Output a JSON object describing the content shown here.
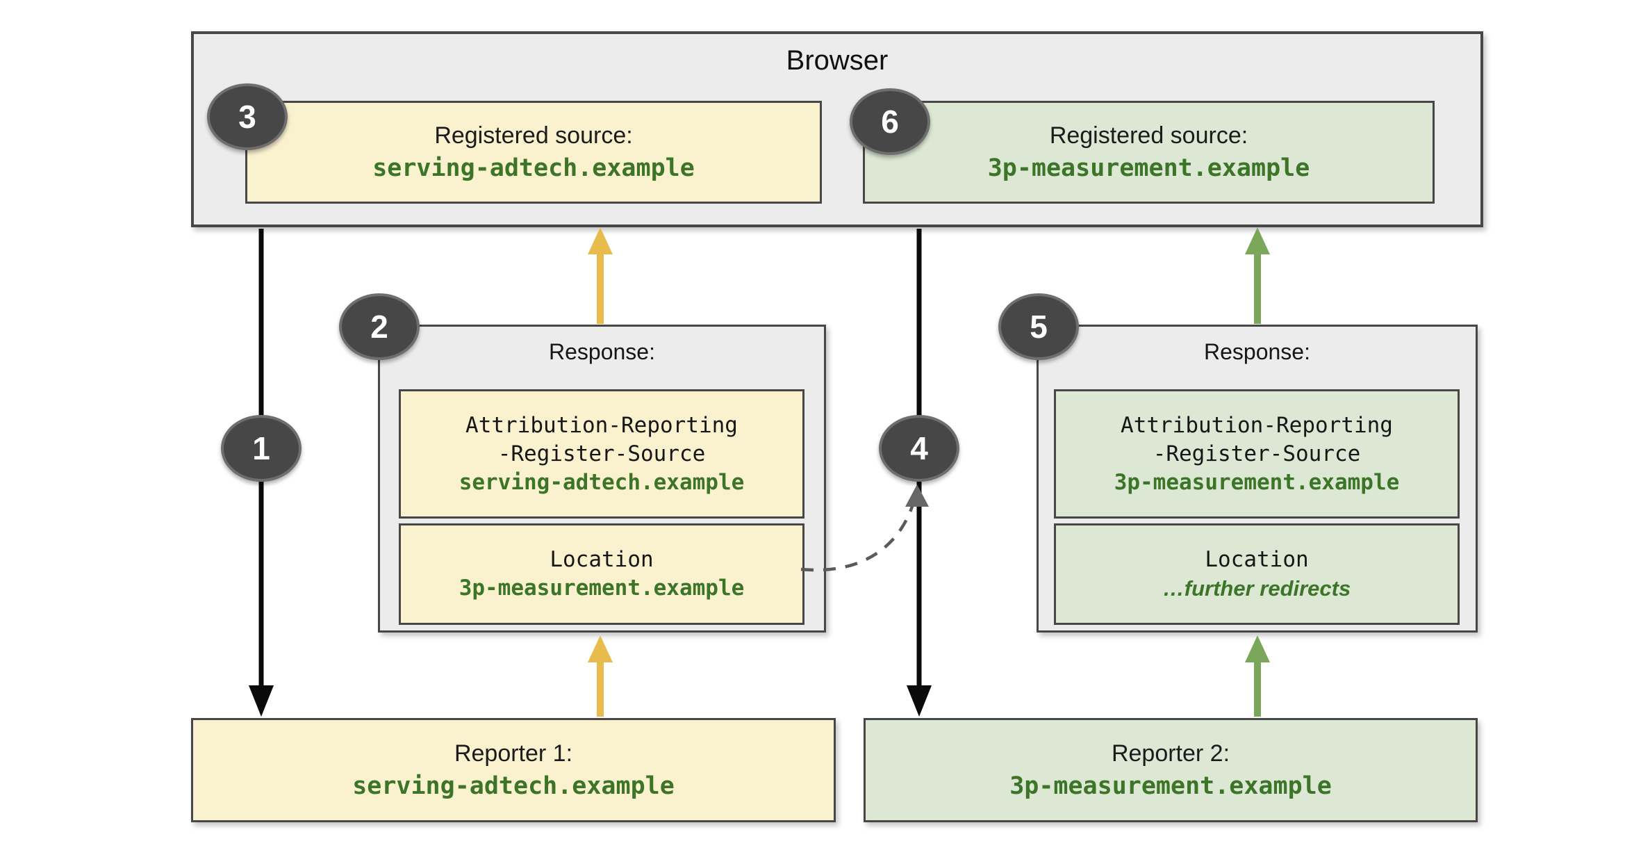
{
  "colors": {
    "panel_fill": "#ececec",
    "panel_border": "#474747",
    "yellow_fill": "#faf1cf",
    "green_fill": "#dce8d4",
    "domain_green": "#3c7428",
    "yellow_arrow": "#e7bc4c",
    "green_arrow": "#7aa759",
    "black_arrow": "#0a0a0a",
    "dashed_gray": "#5a5a5a",
    "badge_fill": "#474747",
    "badge_border": "#6e6e6e"
  },
  "browser": {
    "title": "Browser",
    "sources": [
      {
        "badge": "3",
        "label": "Registered source:",
        "domain": "serving-adtech.example"
      },
      {
        "badge": "6",
        "label": "Registered source:",
        "domain": "3p-measurement.example"
      }
    ]
  },
  "responses": [
    {
      "badge": "2",
      "title": "Response:",
      "header": {
        "line1": "Attribution-Reporting",
        "line2": "-Register-Source",
        "value": "serving-adtech.example"
      },
      "location": {
        "line1": "Location",
        "value": "3p-measurement.example"
      }
    },
    {
      "badge": "5",
      "title": "Response:",
      "header": {
        "line1": "Attribution-Reporting",
        "line2": "-Register-Source",
        "value": "3p-measurement.example"
      },
      "location": {
        "line1": "Location",
        "value": "…further redirects"
      }
    }
  ],
  "reporters": [
    {
      "label": "Reporter 1:",
      "domain": "serving-adtech.example"
    },
    {
      "label": "Reporter 2:",
      "domain": "3p-measurement.example"
    }
  ],
  "steps": [
    "1",
    "2",
    "3",
    "4",
    "5",
    "6"
  ]
}
